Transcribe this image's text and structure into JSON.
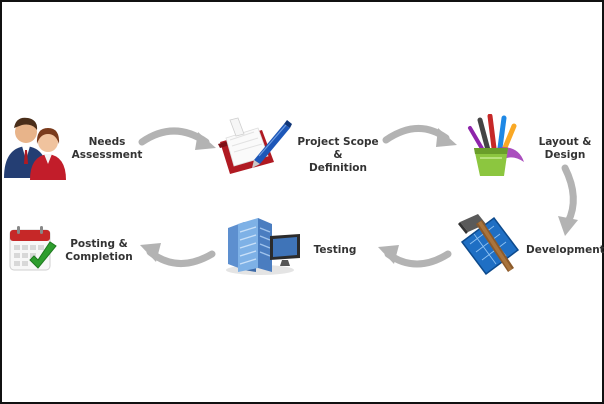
{
  "steps": [
    {
      "id": "needs",
      "label": "Needs\nAssessment",
      "icon": "people-icon"
    },
    {
      "id": "scope",
      "label": "Project Scope &\nDefinition",
      "icon": "notepad-pen-icon"
    },
    {
      "id": "layout",
      "label": "Layout &\nDesign",
      "icon": "paint-brushes-cup-icon"
    },
    {
      "id": "development",
      "label": "Development",
      "icon": "hammer-blueprint-icon"
    },
    {
      "id": "testing",
      "label": "Testing",
      "icon": "servers-monitor-icon"
    },
    {
      "id": "posting",
      "label": "Posting &\nCompletion",
      "icon": "calendar-check-icon"
    }
  ],
  "colors": {
    "arrow": "#b3b3b3",
    "label": "#333333",
    "scope_red": "#b01a22",
    "pen_blue": "#1d57b8",
    "cup_green": "#8cc63f",
    "blueprint_blue": "#1f6fc4",
    "server_blue": "#6a9fd8",
    "check_green": "#2e9e2e"
  }
}
